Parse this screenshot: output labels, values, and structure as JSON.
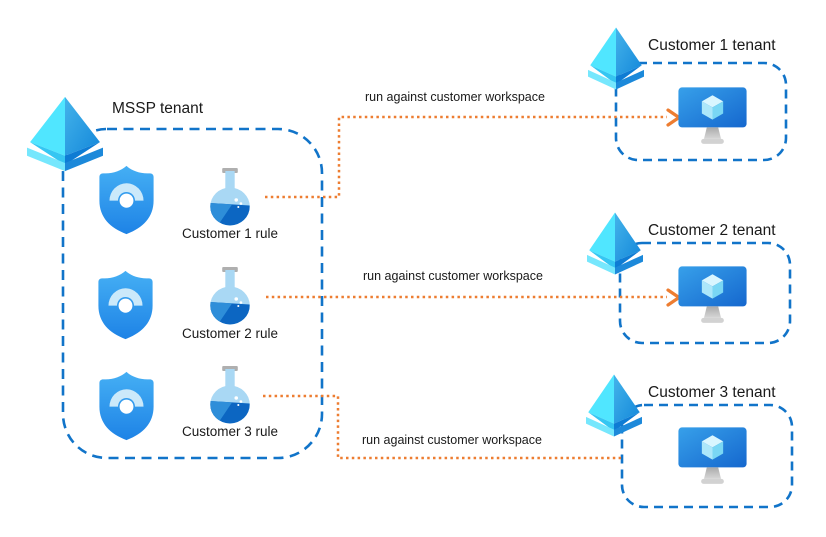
{
  "colors": {
    "dash_blue": "#1174C9",
    "connector_orange": "#ED7D31",
    "text": "#1A1A1A"
  },
  "mssp": {
    "label": "MSSP tenant",
    "rules": [
      {
        "label": "Customer 1 rule"
      },
      {
        "label": "Customer 2 rule"
      },
      {
        "label": "Customer 3 rule"
      }
    ]
  },
  "connectors": [
    {
      "label": "run against customer workspace"
    },
    {
      "label": "run against customer workspace"
    },
    {
      "label": "run against customer workspace"
    }
  ],
  "tenants": [
    {
      "label": "Customer 1 tenant"
    },
    {
      "label": "Customer 2 tenant"
    },
    {
      "label": "Customer 3 tenant"
    }
  ],
  "icons": {
    "tenant_icon": "azure-tenant-pyramid-icon",
    "shield_icon": "security-shield-gauge-icon",
    "rule_icon": "analytics-rule-flask-icon",
    "workspace_icon": "workspace-monitor-icon"
  }
}
